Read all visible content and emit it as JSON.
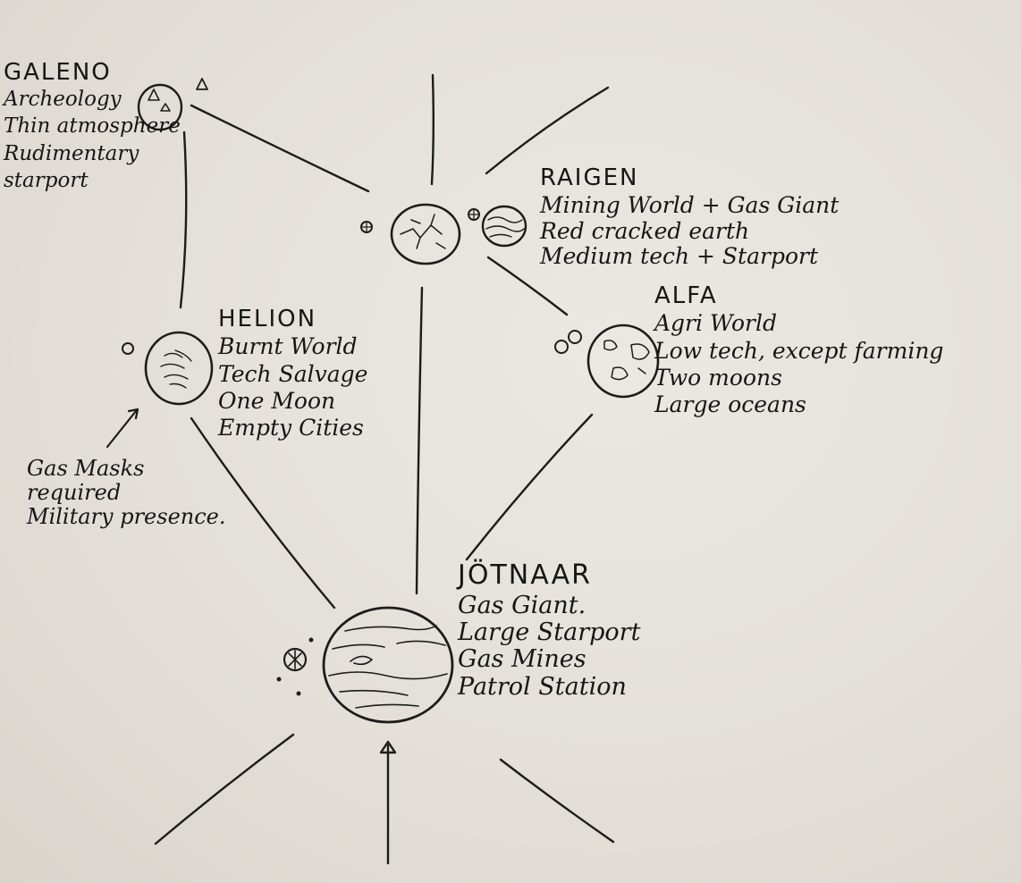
{
  "systems": {
    "galeno": {
      "name": "GALENO",
      "lines": [
        "Archeology",
        "Thin atmosphere",
        "Rudimentary",
        "starport"
      ]
    },
    "raigen": {
      "name": "RAIGEN",
      "lines": [
        "Mining World + Gas Giant",
        "Red cracked earth",
        "Medium tech + Starport"
      ]
    },
    "helion": {
      "name": "HELION",
      "lines": [
        "Burnt World",
        "Tech Salvage",
        "One Moon",
        "Empty Cities"
      ]
    },
    "alfa": {
      "name": "ALFA",
      "lines": [
        "Agri World",
        "Low tech, except farming",
        "Two moons",
        "Large oceans"
      ]
    },
    "jotnaar": {
      "name": "JÖTNAAR",
      "lines": [
        "Gas Giant.",
        "Large Starport",
        "Gas Mines",
        "Patrol Station"
      ]
    }
  },
  "annotations": {
    "helion_note": [
      "Gas Masks",
      "required",
      "Military presence."
    ]
  },
  "colors": {
    "paper": "#e6e2db",
    "ink": "#1c1c1c"
  }
}
